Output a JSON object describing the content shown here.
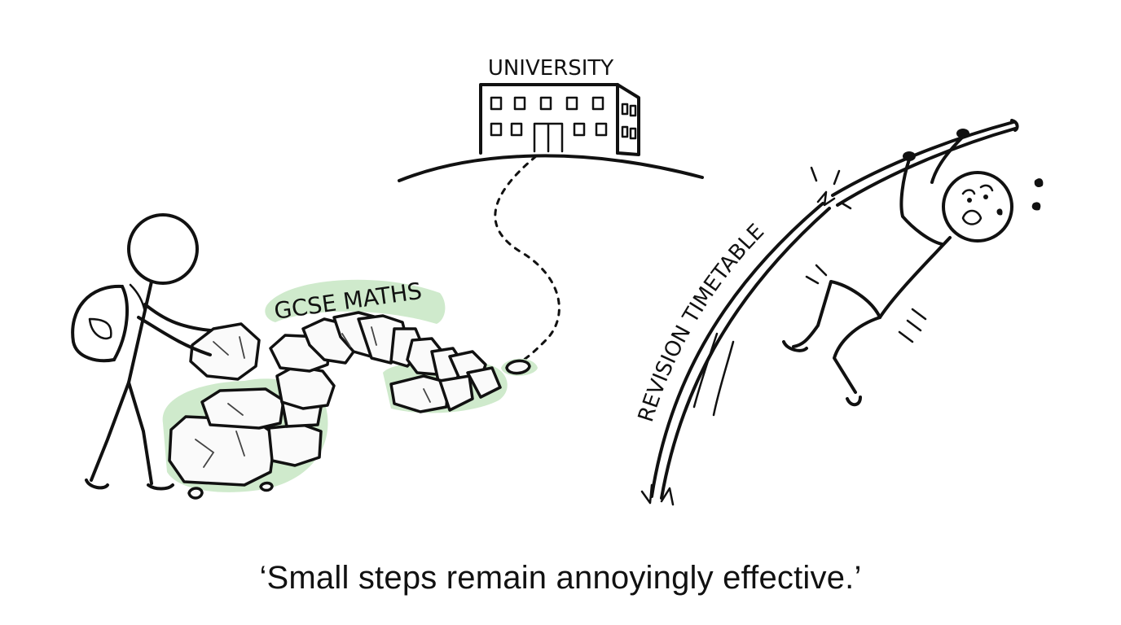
{
  "labels": {
    "university": "UNIVERSITY",
    "gcse": "GCSE MATHS",
    "revision": "REVISION TIMETABLE"
  },
  "caption": "‘Small steps remain annoyingly effective.’",
  "colors": {
    "ink": "#111111",
    "highlight_green": "#cfeacc",
    "background": "#ffffff"
  }
}
